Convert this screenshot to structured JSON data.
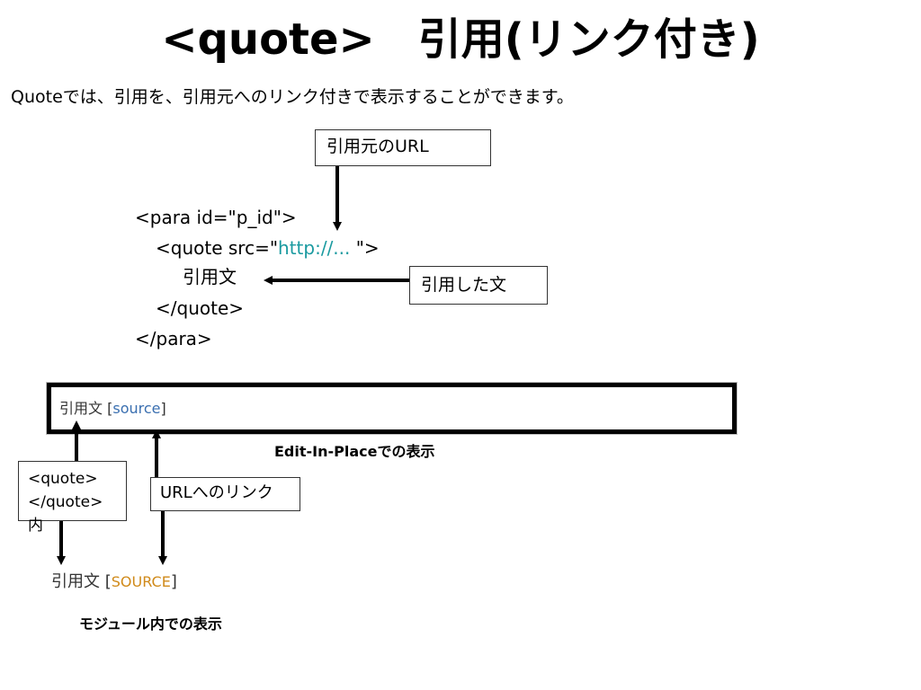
{
  "title": "<quote>　引用(リンク付き)",
  "intro": "Quoteでは、引用を、引用元へのリンク付きで表示することができます。",
  "labels": {
    "source_url": "引用元のURL",
    "quoted_sentence": "引用した文",
    "quote_inner": "<quote></quote>内",
    "url_link": "URLへのリンク"
  },
  "code": {
    "line1": "<para id=\"p_id\">",
    "line2_prefix": "<quote src=\"",
    "line2_link": "http://...",
    "line2_suffix": " \">",
    "line3": "引用文",
    "line4": "</quote>",
    "line5": "</para>"
  },
  "edit_in_place": {
    "text": "引用文",
    "open_bracket": "[",
    "source": "source",
    "close_bracket": "]",
    "caption": "Edit-In-Placeでの表示"
  },
  "module_view": {
    "text": "引用文",
    "open_bracket": "[",
    "source": "SOURCE",
    "close_bracket": "]",
    "caption": "モジュール内での表示"
  },
  "colors": {
    "link_teal": "#1a9aa0",
    "source_blue": "#3a6fb0",
    "source_orange": "#d08a1a"
  }
}
